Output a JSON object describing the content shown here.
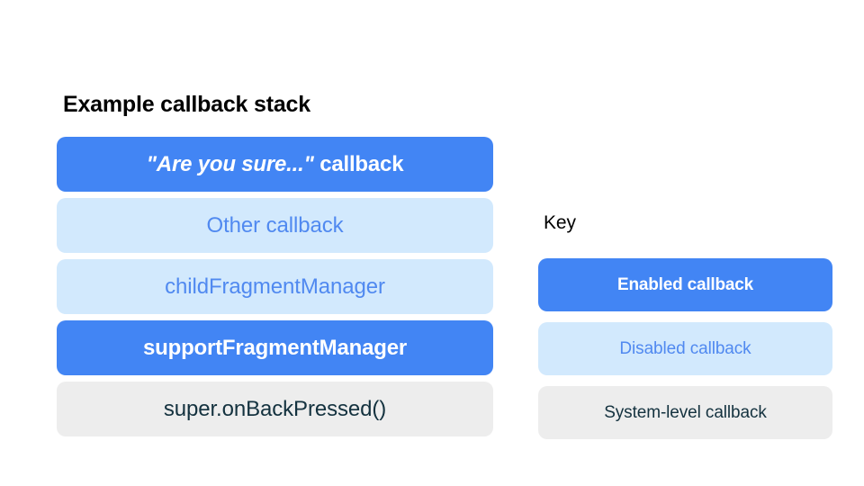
{
  "stack": {
    "title": "Example callback stack",
    "items": [
      {
        "label": "\"Are you sure...\" callback",
        "quoted_part": "\"Are you sure...\"",
        "plain_part": " callback",
        "state": "enabled"
      },
      {
        "label": "Other callback",
        "state": "disabled"
      },
      {
        "label": "childFragmentManager",
        "state": "disabled"
      },
      {
        "label": "supportFragmentManager",
        "state": "enabled"
      },
      {
        "label": "super.onBackPressed()",
        "state": "system"
      }
    ]
  },
  "key": {
    "title": "Key",
    "items": [
      {
        "label": "Enabled callback",
        "state": "enabled"
      },
      {
        "label": "Disabled callback",
        "state": "disabled"
      },
      {
        "label": "System-level callback",
        "state": "system"
      }
    ]
  },
  "colors": {
    "background": "#ffffff",
    "enabled_bg": "#4285f4",
    "enabled_text": "#ffffff",
    "disabled_bg": "#d2e9fd",
    "disabled_text": "#5089f0",
    "system_bg": "#ededed",
    "system_text": "#14323f",
    "title_text": "#000000"
  }
}
